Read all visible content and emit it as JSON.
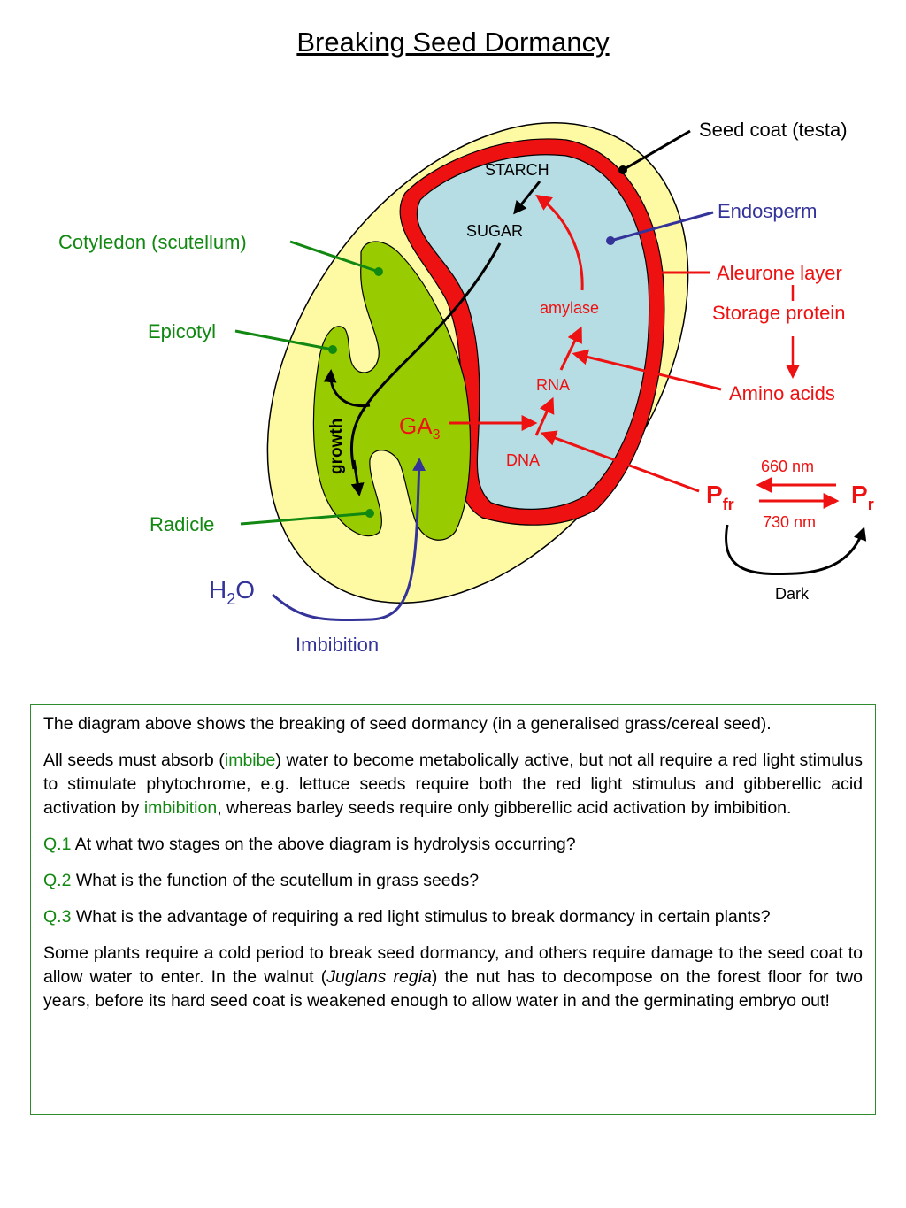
{
  "title": "Breaking Seed Dormancy",
  "labels": {
    "seed_coat": "Seed coat (testa)",
    "endosperm": "Endosperm",
    "aleurone": "Aleurone layer",
    "storage_protein": "Storage protein",
    "amino_acids": "Amino acids",
    "cotyledon": "Cotyledon (scutellum)",
    "epicotyl": "Epicotyl",
    "radicle": "Radicle",
    "growth": "growth",
    "starch": "STARCH",
    "sugar": "SUGAR",
    "amylase": "amylase",
    "rna": "RNA",
    "dna": "DNA",
    "ga": "GA",
    "ga_sub": "3",
    "water_h": "H",
    "water_sub": "2",
    "water_o": "O",
    "imbibition": "Imbibition",
    "pfr": "P",
    "pfr_sub": "fr",
    "pr": "P",
    "pr_sub": "r",
    "nm660": "660 nm",
    "nm730": "730 nm",
    "dark": "Dark"
  },
  "colors": {
    "seed_coat_fill": "#fdfaa3",
    "endosperm_fill": "#b6dde4",
    "aleurone": "#ee1111",
    "embryo_fill": "#99cc00",
    "green_label": "#118811",
    "blue_label": "#333399",
    "red_label": "#ee1111"
  },
  "text": {
    "p1": "The diagram above shows the breaking of seed dormancy (in a generalised grass/cereal seed).",
    "p2_a": "All seeds must absorb (",
    "p2_b": "imbibe",
    "p2_c": ") water to become metabolically active, but not all require a red light stimulus to stimulate phytochrome, e.g. lettuce seeds require both the red light stimulus and gibberellic acid activation by ",
    "p2_d": "imbibition",
    "p2_e": ", whereas barley seeds require only gibberellic acid activation by imbibition.",
    "q1_label": "Q.1",
    "q1": " At what two stages on the above diagram is hydrolysis occurring?",
    "q2_label": "Q.2",
    "q2": " What is the function of the scutellum in grass seeds?",
    "q3_label": "Q.3",
    "q3": " What is the advantage of requiring a red light stimulus to break dormancy in certain plants?",
    "p4_a": "Some plants require a cold period to break seed dormancy, and others require damage to the seed coat to allow water to enter. In the walnut (",
    "p4_b": "Juglans regia",
    "p4_c": ") the nut has to decompose on the forest floor for two years, before its hard seed coat is weakened enough to allow water in and the germinating embryo out!"
  }
}
